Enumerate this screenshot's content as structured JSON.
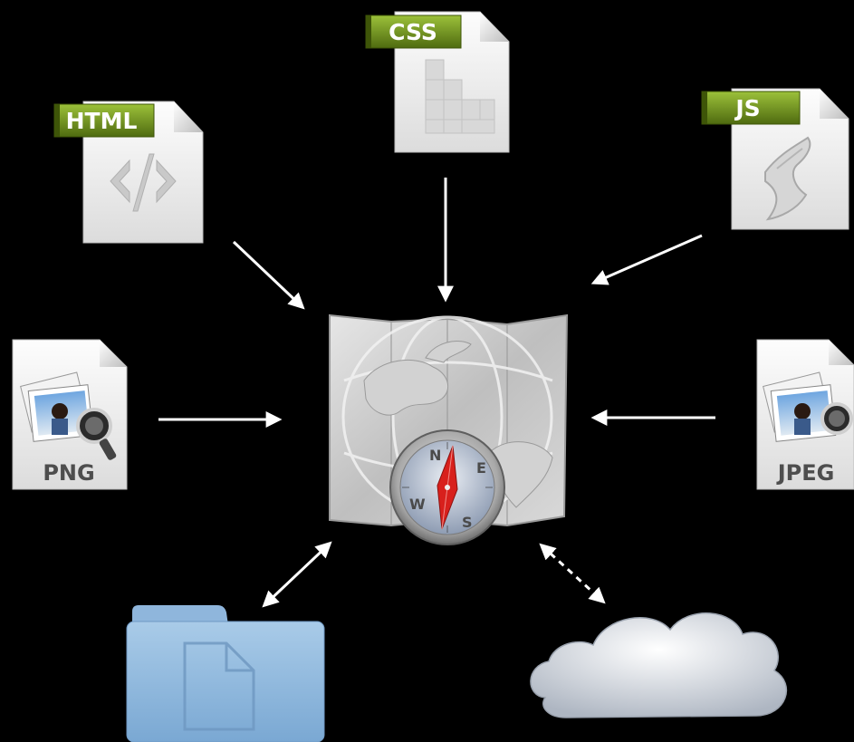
{
  "files": {
    "html": {
      "tag_label": "HTML",
      "icon": "html-document-icon"
    },
    "css": {
      "tag_label": "CSS",
      "icon": "css-document-icon"
    },
    "js": {
      "tag_label": "JS",
      "icon": "javascript-document-icon"
    },
    "png": {
      "type_label": "PNG",
      "icon": "png-image-document-icon"
    },
    "jpeg": {
      "type_label": "JPEG",
      "icon": "jpeg-image-document-icon"
    }
  },
  "center": {
    "icon": "safari-web-map-icon"
  },
  "storage": {
    "folder": {
      "icon": "folder-icon"
    },
    "cloud": {
      "icon": "cloud-icon"
    }
  },
  "colors": {
    "background": "#000000",
    "tag_green": "#6b8a1c",
    "tag_green_light": "#9cc13a",
    "folder_blue": "#8db7db",
    "arrow": "#ffffff",
    "compass_needle": "#d8201c"
  }
}
